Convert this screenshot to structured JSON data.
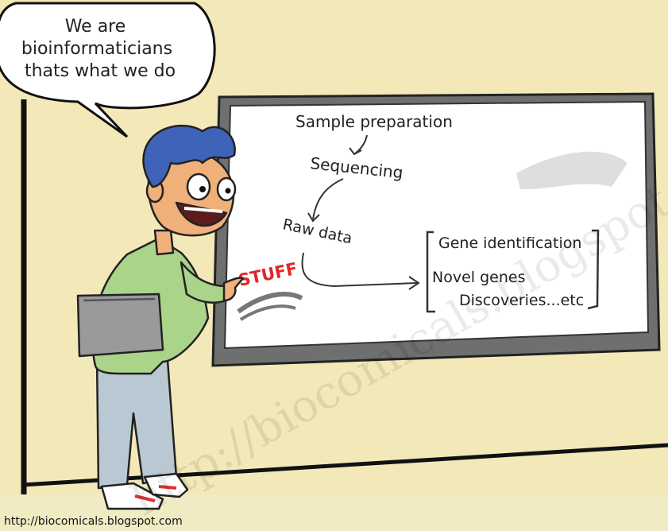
{
  "speech_bubble": {
    "line1": "We are",
    "line2": "bioinformaticians",
    "line3": "thats what we do"
  },
  "whiteboard": {
    "sample_preparation": "Sample preparation",
    "sequencing": "Sequencing",
    "raw_data": "Raw data",
    "stuff": "STUFF",
    "outputs": [
      "Gene identification",
      "Novel genes",
      "Discoveries...etc"
    ]
  },
  "footer": {
    "url": "http://biocomicals.blogspot.com"
  },
  "watermark": "http://biocomicals.blogspot.com",
  "colors": {
    "wall": "#f3e8b8",
    "board_frame": "#6e7070",
    "board_surface": "#ffffff",
    "hair": "#3f63b8",
    "shirt": "#a9d48a",
    "jeans": "#b9c8d2",
    "skin": "#f0b07a",
    "stuff_text": "#e0262a"
  }
}
